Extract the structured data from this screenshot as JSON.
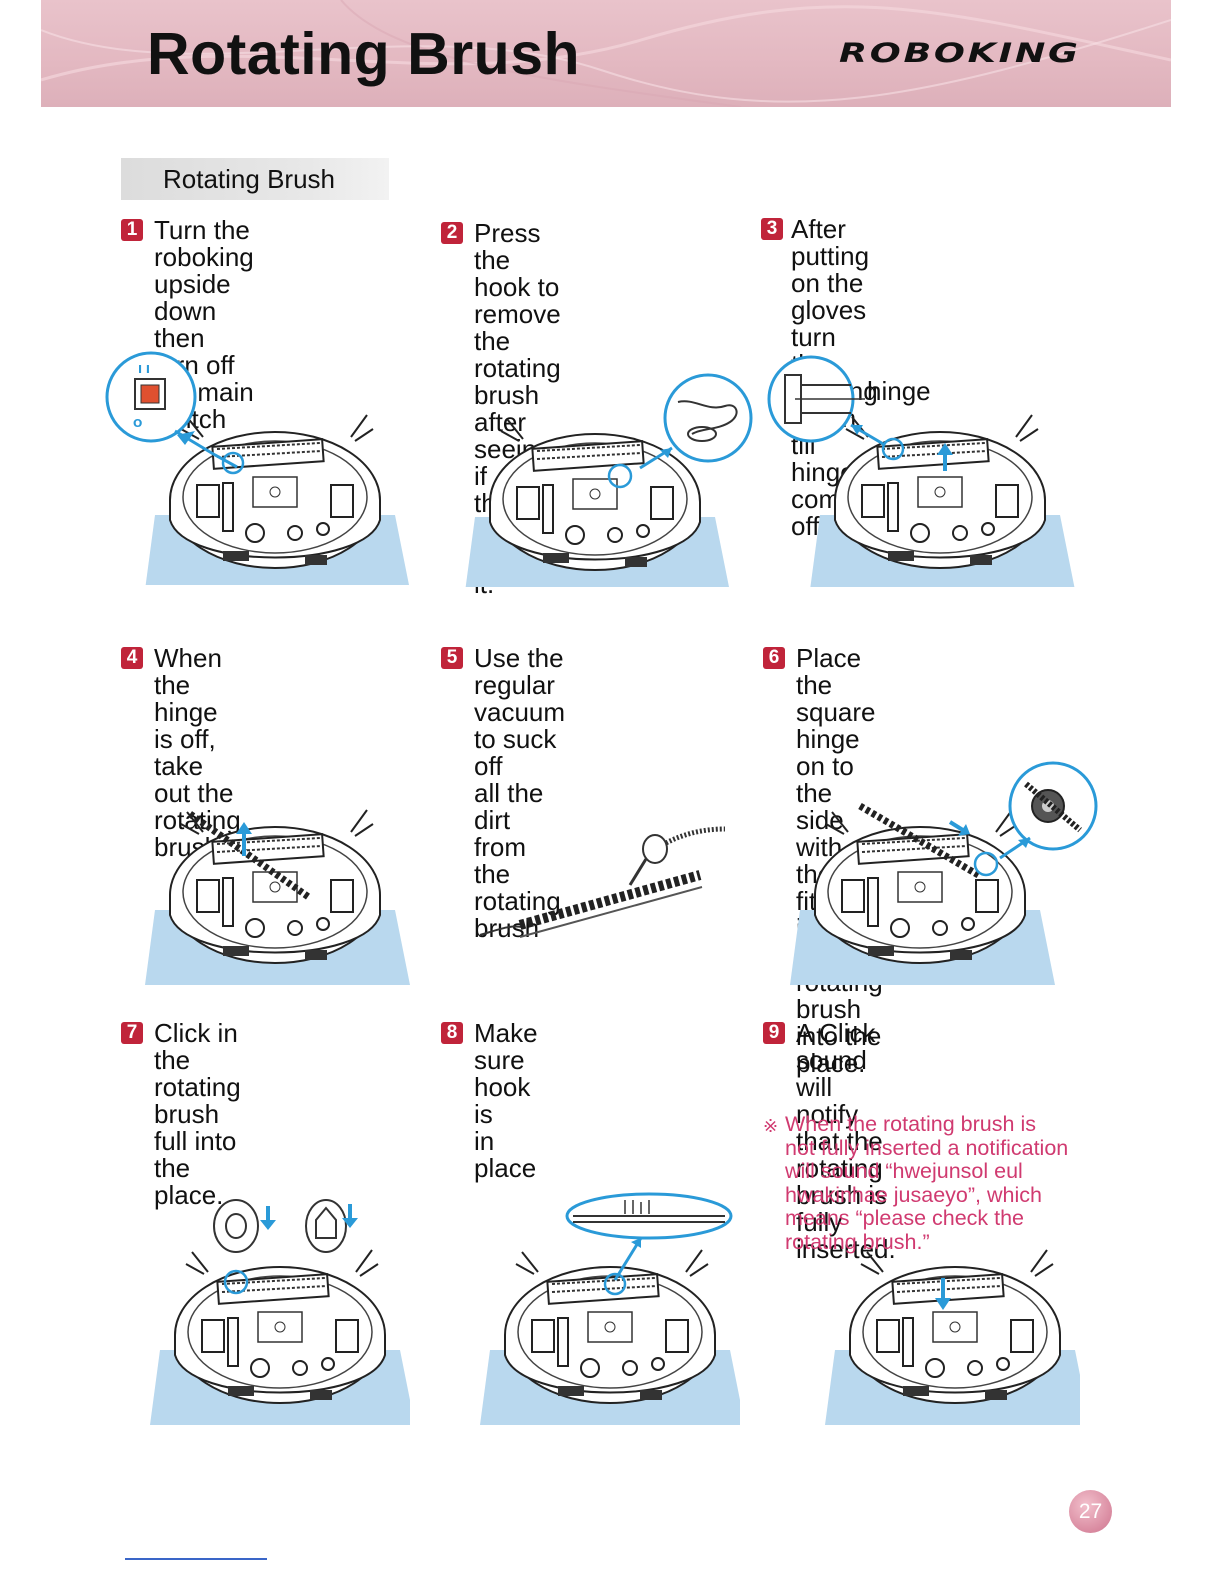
{
  "header": {
    "title": "Rotating Brush",
    "brand": "ROBOKING",
    "bg_color": "#e6bcc5"
  },
  "section": {
    "label": "Rotating Brush"
  },
  "steps": [
    {
      "num": "1",
      "text": "Turn the roboking\nupside down then\nturn off the main\nswitch"
    },
    {
      "num": "2",
      "text": "Press the hook to\nremove the rotating\nbrush after seeing if\nthere are any dirt on it."
    },
    {
      "num": "3",
      "text": "After putting on the\ngloves turn the rotating\nbrush till hinge comes off."
    },
    {
      "num": "4",
      "text": "When the hinge is off,\ntake out the rotating\nbrush."
    },
    {
      "num": "5",
      "text": "Use the regular\nvacuum to suck off\nall the dirt from the\nrotating brush"
    },
    {
      "num": "6",
      "text": "Place the square hinge\non to the side with the\nfit then insert the rotating\nbrush into the place."
    },
    {
      "num": "7",
      "text": "Click in the rotating\nbrush full into the\nplace."
    },
    {
      "num": "8",
      "text": "Make sure hook is\nin place"
    },
    {
      "num": "9",
      "text": "A Click sound will notify\nthat the rotating brush is\nfully inserted."
    }
  ],
  "note": {
    "mark": "※",
    "text": "When the rotating brush is\nnot fully inserted a notification\nwill sound “hwejunsol eul\nhwakinhae jusaeyo”, which\nmeans “please check the\nrotating brush.”",
    "color": "#d03a70"
  },
  "illustrations": {
    "hinge_label": "hinge",
    "accent_color": "#2a9ad8",
    "floor_color": "#b9d8ee"
  },
  "page_number": "27"
}
